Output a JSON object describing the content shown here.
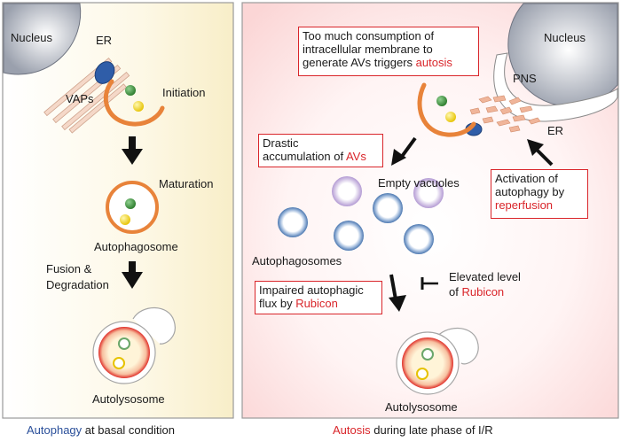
{
  "left_panel": {
    "nucleus": "Nucleus",
    "er": "ER",
    "vaps": "VAPs",
    "initiation": "Initiation",
    "maturation": "Maturation",
    "autophagosome": "Autophagosome",
    "fusion_line1": "Fusion &",
    "fusion_line2": "Degradation",
    "autolysosome": "Autolysosome"
  },
  "right_panel": {
    "nucleus": "Nucleus",
    "pns": "PNS",
    "er": "ER",
    "box_consumption": {
      "line1": "Too much consumption of",
      "line2": "intracellular membrane to",
      "line3_prefix": "generate AVs triggers ",
      "line3_red": "autosis"
    },
    "box_accumulation": {
      "line1": "Drastic",
      "line2_prefix": "accumulation of ",
      "line2_red": "AVs"
    },
    "empty_vacuoles": "Empty vacuoles",
    "box_activation": {
      "line1": "Activation of",
      "line2": "autophagy by",
      "line3_red": "reperfusion"
    },
    "autophagosomes": "Autophagosomes",
    "elevated_line1": "Elevated level",
    "elevated_line2_prefix": "of ",
    "elevated_line2_red": "Rubicon",
    "box_impaired": {
      "line1": "Impaired autophagic",
      "line2_prefix": "flux by ",
      "line2_red": "Rubicon"
    },
    "autolysosome": "Autolysosome"
  },
  "captions": {
    "left_blue": "Autophagy",
    "left_rest": " at basal condition",
    "right_red": "Autosis",
    "right_rest": " during late phase of I/R"
  },
  "colors": {
    "left_panel_bg": "#fbf5dc",
    "right_panel_bg": "#fde4e4",
    "membrane_orange": "#e8833a",
    "vap_blue": "#2f5da8",
    "vesicle_green": "#3a8a3a",
    "vesicle_yellow": "#f2d21e",
    "vacuole_blue": "#5b86bd",
    "vacuole_purple": "#b9a3d6",
    "accent_red": "#d9252a"
  }
}
